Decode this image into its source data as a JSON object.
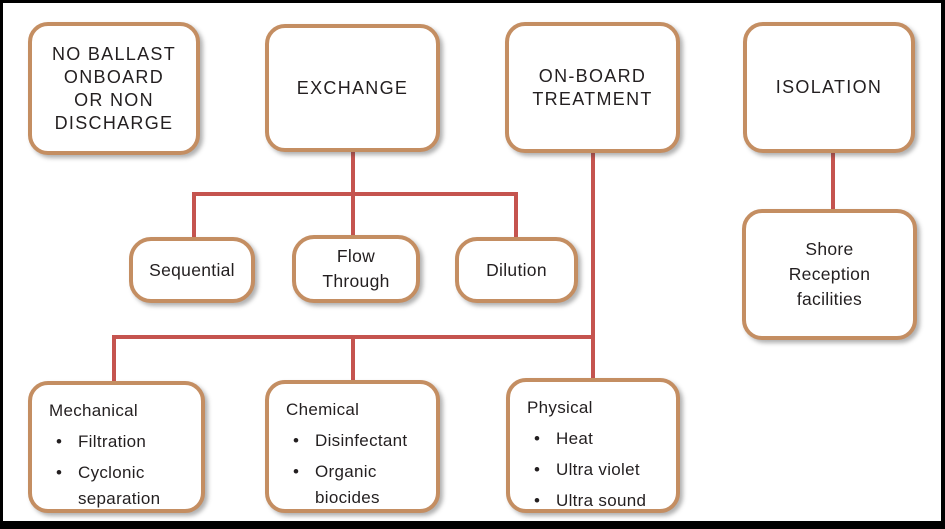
{
  "colors": {
    "box_border": "#c48e62",
    "connector": "#c5544f",
    "text": "#231f20",
    "canvas_bg": "#ffffff",
    "frame": "#000000"
  },
  "glyphs": {
    "bullet": "•"
  },
  "nodes": {
    "no_ballast": {
      "label": "NO BALLAST\nONBOARD\nOR NON\nDISCHARGE"
    },
    "exchange": {
      "label": "EXCHANGE"
    },
    "onboard_treatment": {
      "label": "ON-BOARD\nTREATMENT"
    },
    "isolation": {
      "label": "ISOLATION"
    },
    "sequential": {
      "label": "Sequential"
    },
    "flow_through": {
      "label": "Flow\nThrough"
    },
    "dilution": {
      "label": "Dilution"
    },
    "shore_reception": {
      "label": "Shore\nReception\nfacilities"
    },
    "mechanical": {
      "title": "Mechanical",
      "items": [
        "Filtration",
        "Cyclonic separation"
      ]
    },
    "chemical": {
      "title": "Chemical",
      "items": [
        "Disinfectant",
        "Organic biocides"
      ]
    },
    "physical": {
      "title": "Physical",
      "items": [
        "Heat",
        "Ultra violet",
        "Ultra sound"
      ]
    }
  }
}
